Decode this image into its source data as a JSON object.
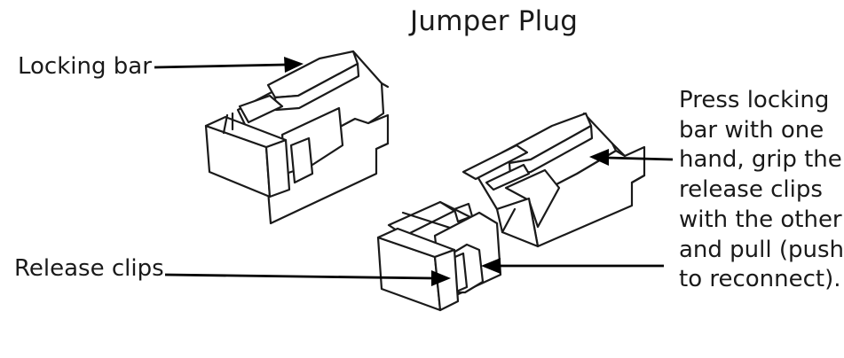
{
  "title": "Jumper Plug",
  "labels": {
    "locking_bar": "Locking bar",
    "release_clips": "Release clips"
  },
  "instructions": [
    "Press locking",
    "bar with one",
    "hand, grip the",
    "release clips",
    "with the other",
    "and pull (push",
    "to reconnect)."
  ],
  "colors": {
    "line": "#1a1a1a",
    "background": "#ffffff"
  }
}
